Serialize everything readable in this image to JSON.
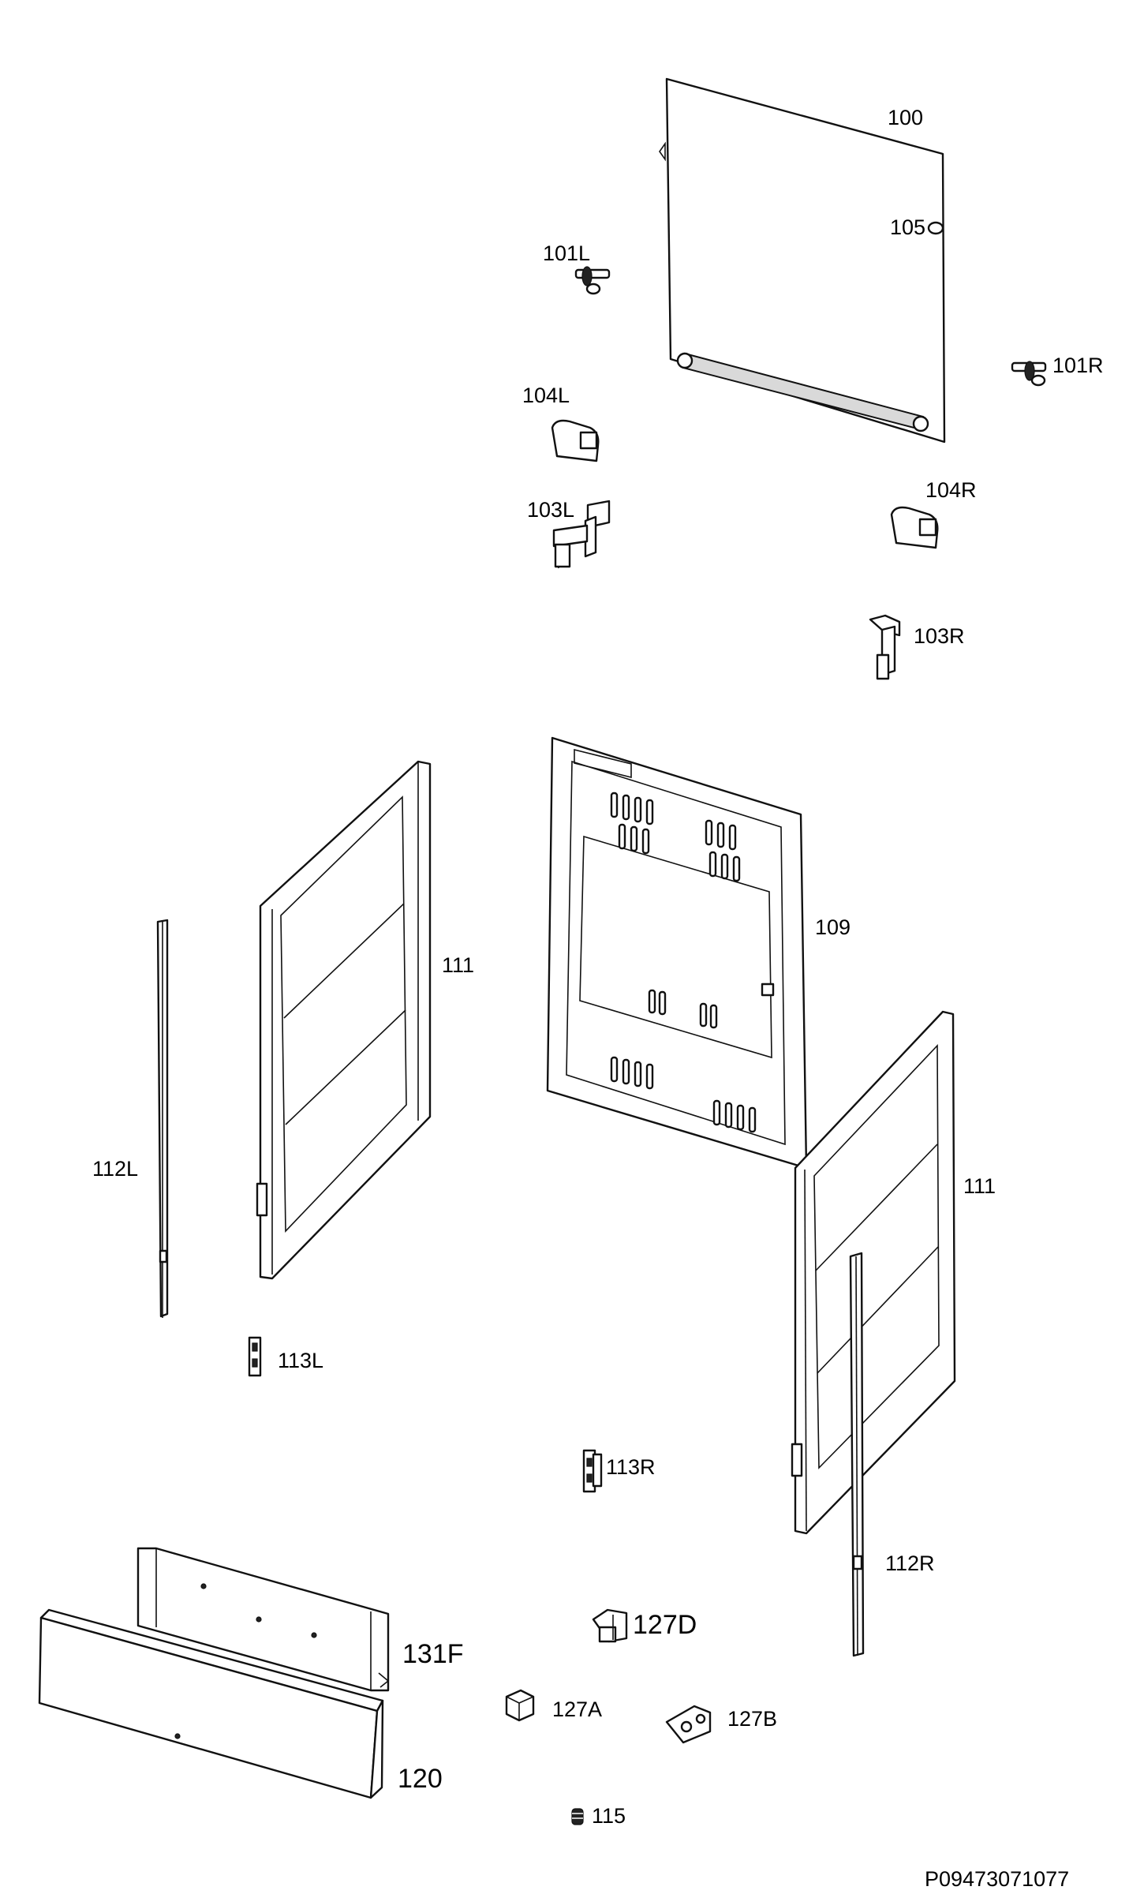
{
  "labels": {
    "p100": "100",
    "p101L": "101L",
    "p101R": "101R",
    "p103L": "103L",
    "p103R": "103R",
    "p104L": "104L",
    "p104R": "104R",
    "p105": "105",
    "p109": "109",
    "p111_left": "111",
    "p111_right": "111",
    "p112L": "112L",
    "p112R": "112R",
    "p113L": "113L",
    "p113R": "113R",
    "p115": "115",
    "p120": "120",
    "p127A": "127A",
    "p127B": "127B",
    "p127D": "127D",
    "p131F": "131F"
  },
  "drawing_number": "P09473071077"
}
